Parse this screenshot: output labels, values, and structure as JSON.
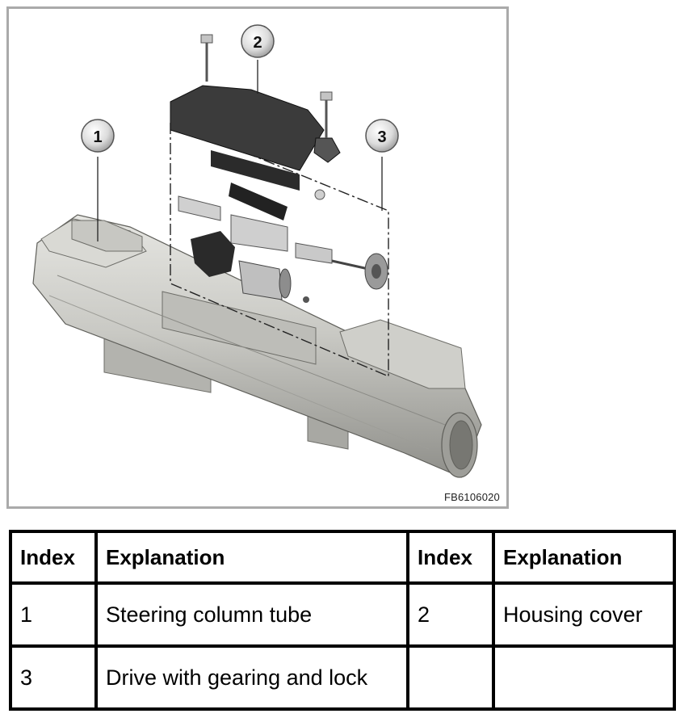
{
  "figure": {
    "code": "FB6106020",
    "callouts": [
      "1",
      "2",
      "3"
    ]
  },
  "legend_table": {
    "headers": [
      "Index",
      "Explanation",
      "Index",
      "Explanation"
    ],
    "rows": [
      [
        "1",
        "Steering column tube",
        "2",
        "Housing cover"
      ],
      [
        "3",
        "Drive with gearing and lock",
        "",
        ""
      ]
    ]
  }
}
